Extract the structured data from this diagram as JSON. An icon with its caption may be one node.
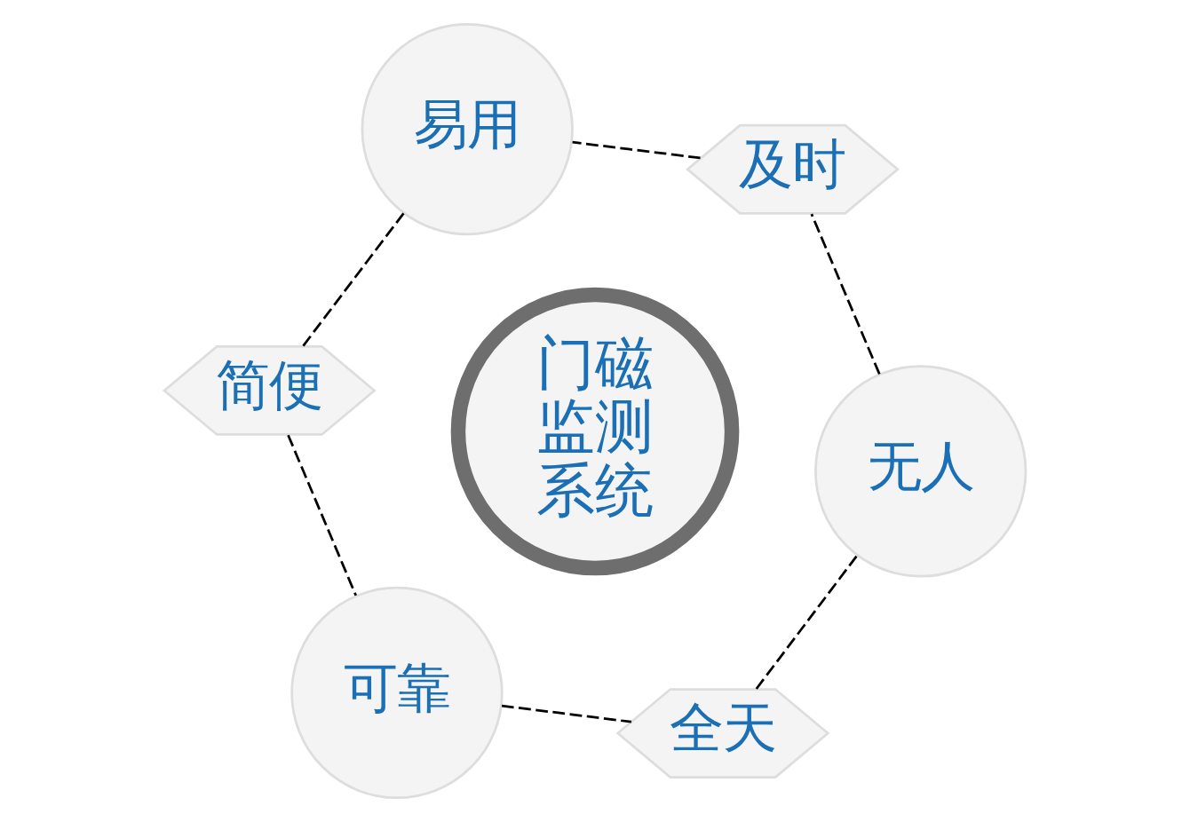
{
  "diagram": {
    "nodes": [
      {
        "text": [
          "门磁监测系统"
        ]
      },
      {
        "text": [
          "全天"
        ]
      },
      {
        "text": [
          "无人"
        ]
      },
      {
        "text": [
          "及时"
        ]
      },
      {
        "text": [
          "易用"
        ]
      },
      {
        "text": [
          "简便"
        ]
      },
      {
        "text": [
          "可靠"
        ]
      }
    ],
    "edges": [
      {
        "from": 1,
        "to": 2,
        "arrow": "none",
        "style": "dashed"
      },
      {
        "from": 2,
        "to": 3,
        "arrow": "none",
        "style": "dashed"
      },
      {
        "from": 3,
        "to": 4,
        "arrow": "none",
        "style": "dashed"
      },
      {
        "from": 4,
        "to": 5,
        "arrow": "none",
        "style": "dashed"
      },
      {
        "from": 5,
        "to": 6,
        "arrow": "none",
        "style": "dashed"
      },
      {
        "from": 6,
        "to": 1,
        "arrow": "none",
        "style": "dashed"
      }
    ]
  }
}
